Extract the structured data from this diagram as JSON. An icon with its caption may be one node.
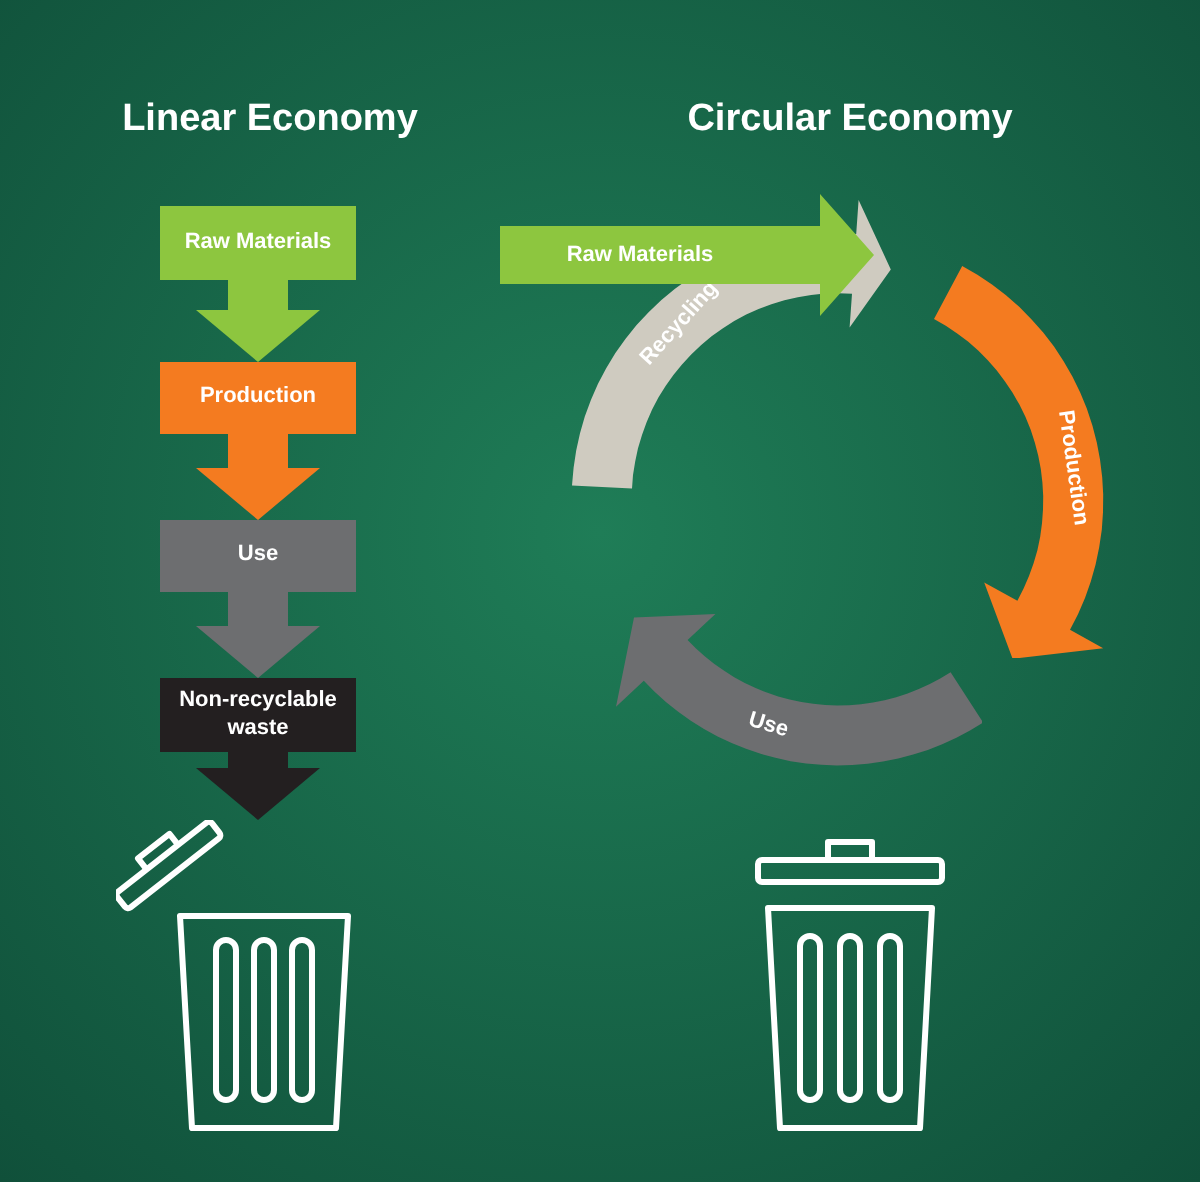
{
  "diagram": {
    "nodes": [
      {
        "text": [
          "Raw Materials"
        ]
      },
      {
        "text": [
          "Production"
        ]
      },
      {
        "text": [
          "Use"
        ]
      },
      {
        "text": [
          "Non-recyclable waste"
        ]
      },
      {
        "text": [],
        "shape": "bin"
      },
      {
        "text": [
          "Raw Materials"
        ]
      },
      {
        "text": [
          "Recycling"
        ]
      },
      {
        "text": [
          "Production"
        ]
      },
      {
        "text": [
          "Use"
        ]
      },
      {
        "text": [],
        "shape": "bin"
      }
    ],
    "edges": [
      {
        "from": 0,
        "to": 1,
        "arrow": "to",
        "color": "#8dc63f"
      },
      {
        "from": 1,
        "to": 2,
        "arrow": "to",
        "color": "#f47b20"
      },
      {
        "from": 2,
        "to": 3,
        "arrow": "to",
        "color": "#6d6e70"
      },
      {
        "from": 3,
        "to": 4,
        "arrow": "to",
        "color": "#231f20"
      }
    ],
    "labels": [
      "Linear Economy",
      "Circular Economy"
    ]
  }
}
